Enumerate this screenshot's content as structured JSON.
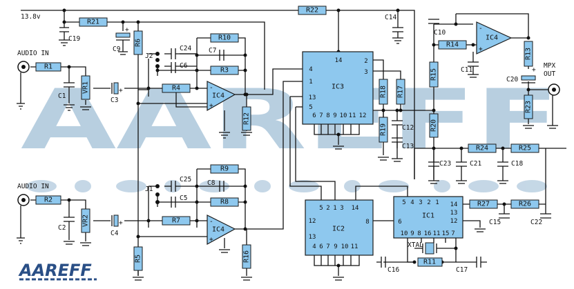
{
  "supply": "13.8v",
  "inputs": {
    "top": "AUDIO IN",
    "bottom": "AUDIO IN"
  },
  "output": {
    "line1": "MPX",
    "line2": "OUT"
  },
  "watermark": "AAREFF",
  "logo": "AAREFF",
  "resistors": {
    "R21": "R21",
    "R22": "R22",
    "R10": "R10",
    "R3": "R3",
    "R4": "R4",
    "R6": "R6",
    "R12": "R12",
    "R1": "R1",
    "VR1": "VR1",
    "R9": "R9",
    "R8": "R8",
    "R7": "R7",
    "R2": "R2",
    "VR2": "VR2",
    "R16": "R16",
    "R5": "R5",
    "R18": "R18",
    "R17": "R17",
    "R19": "R19",
    "R14": "R14",
    "R15": "R15",
    "R13": "R13",
    "R23": "R23",
    "R20": "R20",
    "R24": "R24",
    "R25": "R25",
    "R27": "R27",
    "R26": "R26",
    "R11": "R11"
  },
  "capacitors": {
    "C19": "C19",
    "C9": "C9",
    "C24": "C24",
    "C7": "C7",
    "C6": "C6",
    "C1": "C1",
    "C3": "C3",
    "C25": "C25",
    "C8": "C8",
    "C5": "C5",
    "C2": "C2",
    "C4": "C4",
    "C14": "C14",
    "C10": "C10",
    "C11": "C11",
    "C20": "C20",
    "C12": "C12",
    "C13": "C13",
    "C23": "C23",
    "C21": "C21",
    "C18": "C18",
    "C15": "C15",
    "C22": "C22",
    "C16": "C16",
    "C17": "C17"
  },
  "jumpers": {
    "J2": "J2",
    "J1": "J1"
  },
  "opamps": {
    "top": "IC4",
    "bottom": "IC4",
    "right": "IC4"
  },
  "chips": {
    "IC3": {
      "name": "IC3",
      "left_pins": [
        "4",
        "1",
        "13",
        "5"
      ],
      "top_pin": "14",
      "right_pins": [
        "2",
        "3"
      ],
      "bottom_pins": [
        "6",
        "7",
        "8",
        "9",
        "10",
        "11",
        "12"
      ]
    },
    "IC2": {
      "name": "IC2",
      "top_pins": [
        "5",
        "2",
        "1",
        "3",
        "14"
      ],
      "left_pins": [
        "12",
        "13"
      ],
      "right_pin": "8",
      "bottom_pins": [
        "4",
        "6",
        "7",
        "9",
        "10",
        "11"
      ]
    },
    "IC1": {
      "name": "IC1",
      "top_pins": [
        "5",
        "4",
        "3",
        "2",
        "1"
      ],
      "left_pin": "6",
      "right_pins": [
        "14",
        "13",
        "12"
      ],
      "bottom_pins": [
        "10",
        "9",
        "8",
        "16",
        "11",
        "15",
        "7"
      ]
    }
  },
  "crystal": "XTAL"
}
